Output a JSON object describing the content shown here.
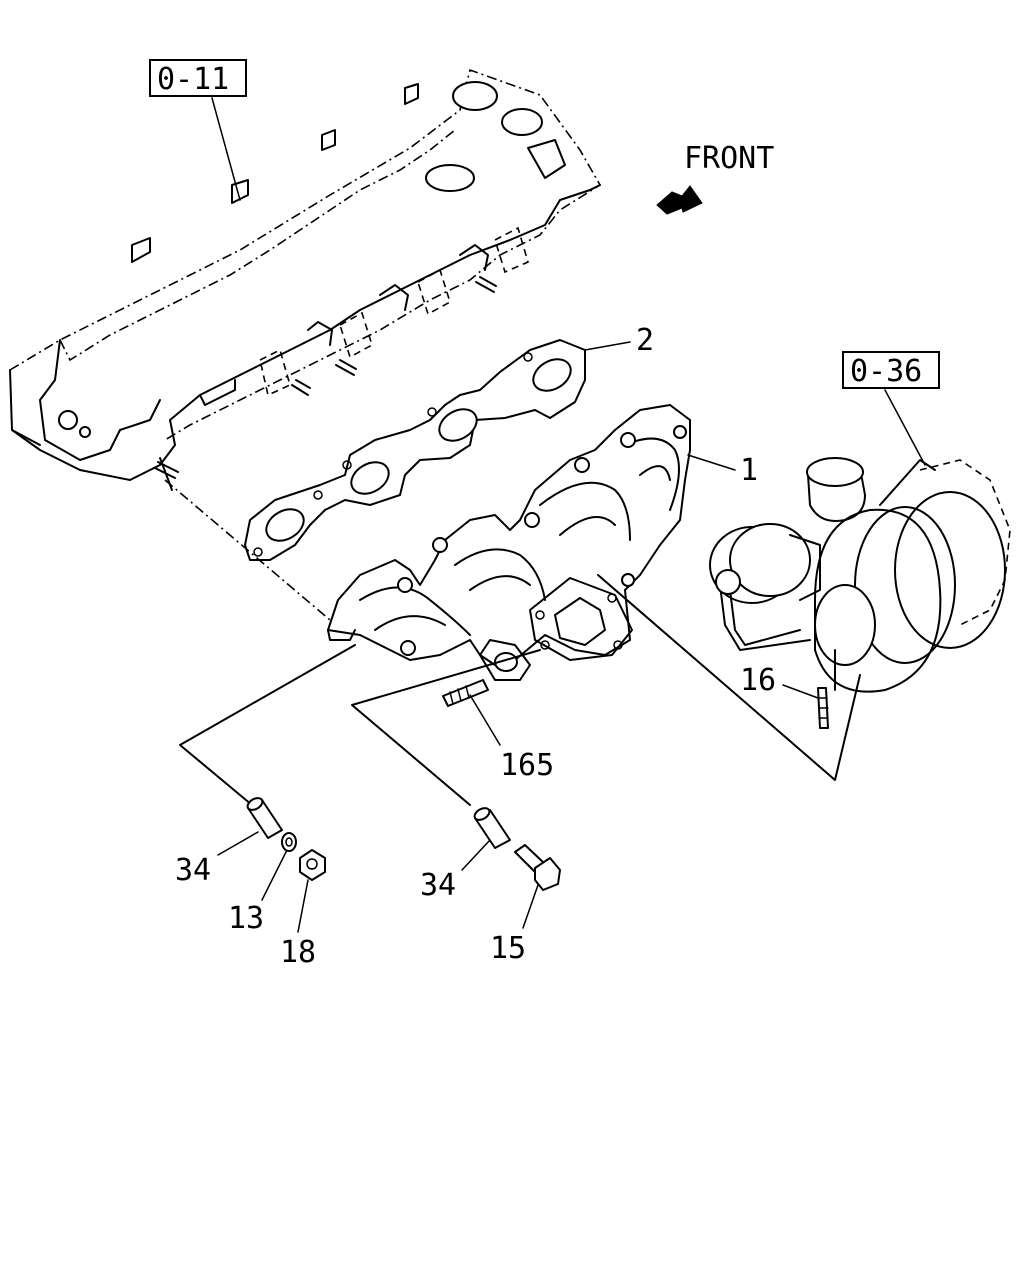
{
  "diagram": {
    "direction_label": "FRONT",
    "refs": {
      "cylinder_head": "0-11",
      "turbocharger": "0-36"
    },
    "callouts": {
      "manifold": "1",
      "gasket": "2",
      "stud_165": "165",
      "stud_16": "16",
      "spacer_left": "34",
      "spacer_right": "34",
      "washer": "13",
      "nut": "18",
      "bolt": "15"
    }
  }
}
